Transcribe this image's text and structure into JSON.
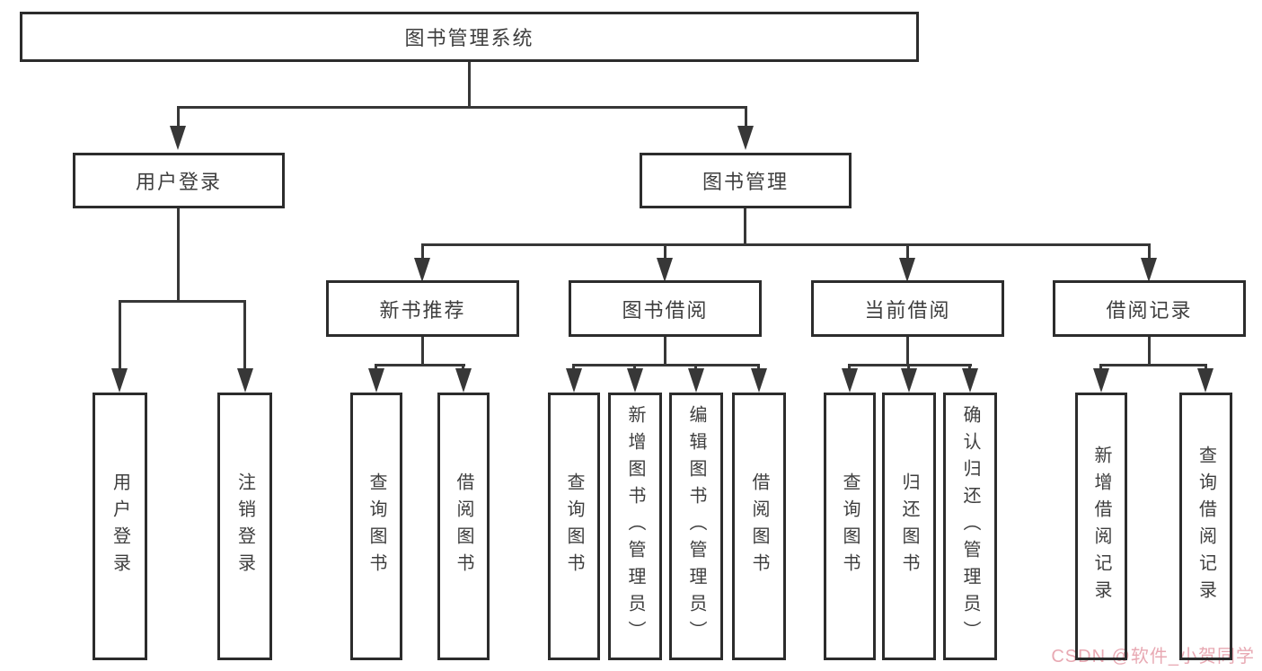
{
  "diagram": {
    "root": {
      "label": "图书管理系统"
    },
    "branches": [
      {
        "label": "用户登录",
        "children": [
          {
            "label": "用户登录"
          },
          {
            "label": "注销登录"
          }
        ]
      },
      {
        "label": "图书管理",
        "children": [
          {
            "label": "新书推荐",
            "children": [
              {
                "label": "查询图书"
              },
              {
                "label": "借阅图书"
              }
            ]
          },
          {
            "label": "图书借阅",
            "children": [
              {
                "label": "查询图书"
              },
              {
                "label": "新增图书（管理员）"
              },
              {
                "label": "编辑图书（管理员）"
              },
              {
                "label": "借阅图书"
              }
            ]
          },
          {
            "label": "当前借阅",
            "children": [
              {
                "label": "查询图书"
              },
              {
                "label": "归还图书"
              },
              {
                "label": "确认归还（管理员）"
              }
            ]
          },
          {
            "label": "借阅记录",
            "children": [
              {
                "label": "新增借阅记录"
              },
              {
                "label": "查询借阅记录"
              }
            ]
          }
        ]
      }
    ]
  },
  "watermark": {
    "text": "CSDN @软件_小贺同学"
  },
  "colors": {
    "line": "#373737",
    "box_border": "#2c2c2c",
    "text": "#3e3e3e",
    "watermark": "#e8a9b3",
    "background": "#ffffff"
  }
}
